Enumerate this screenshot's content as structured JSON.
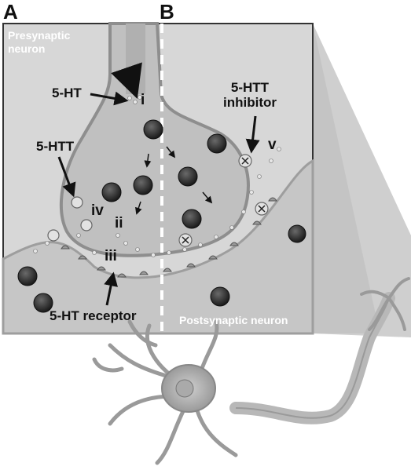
{
  "panels": {
    "left": "A",
    "right": "B"
  },
  "regions": {
    "presynaptic": "Presynaptic\nneuron",
    "postsynaptic": "Postsynaptic neuron"
  },
  "labels": {
    "serotonin": "5-HT",
    "transporter": "5-HTT",
    "inhibitor": "5-HTT\ninhibitor",
    "receptor": "5-HT receptor"
  },
  "steps": {
    "i": "i",
    "ii": "ii",
    "iii": "iii",
    "iv": "iv",
    "v": "v"
  },
  "colors": {
    "background": "#d7d7d7",
    "membrane": "#b4b4b4",
    "vesicle": "#2f2f2f",
    "text": "#111111",
    "white_text": "#ffffff"
  }
}
